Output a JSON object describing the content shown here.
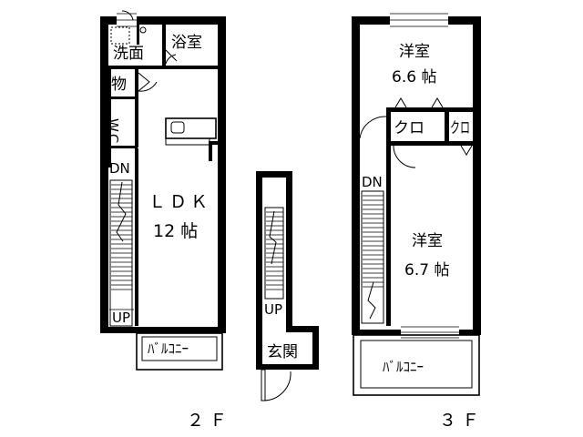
{
  "floor2": {
    "label": "２Ｆ",
    "rooms": {
      "washroom": "洗面",
      "bathroom": "浴室",
      "storage": "物",
      "toilet": "WC",
      "ldk_name": "ＬＤＫ",
      "ldk_size": "12 帖"
    },
    "stairs": {
      "down": "DN",
      "up": "UP"
    },
    "balcony": "ﾊﾞﾙｺﾆｰ"
  },
  "entry": {
    "stairs_up": "UP",
    "genkan": "玄関"
  },
  "floor3": {
    "label": "３Ｆ",
    "rooms": {
      "upper_room_name": "洋室",
      "upper_room_size": "6.6 帖",
      "closet_a": "クロ",
      "closet_b": "クロ",
      "lower_room_name": "洋室",
      "lower_room_size": "6.7 帖"
    },
    "stairs": {
      "down": "DN"
    },
    "balcony": "ﾊﾞﾙｺﾆｰ"
  }
}
